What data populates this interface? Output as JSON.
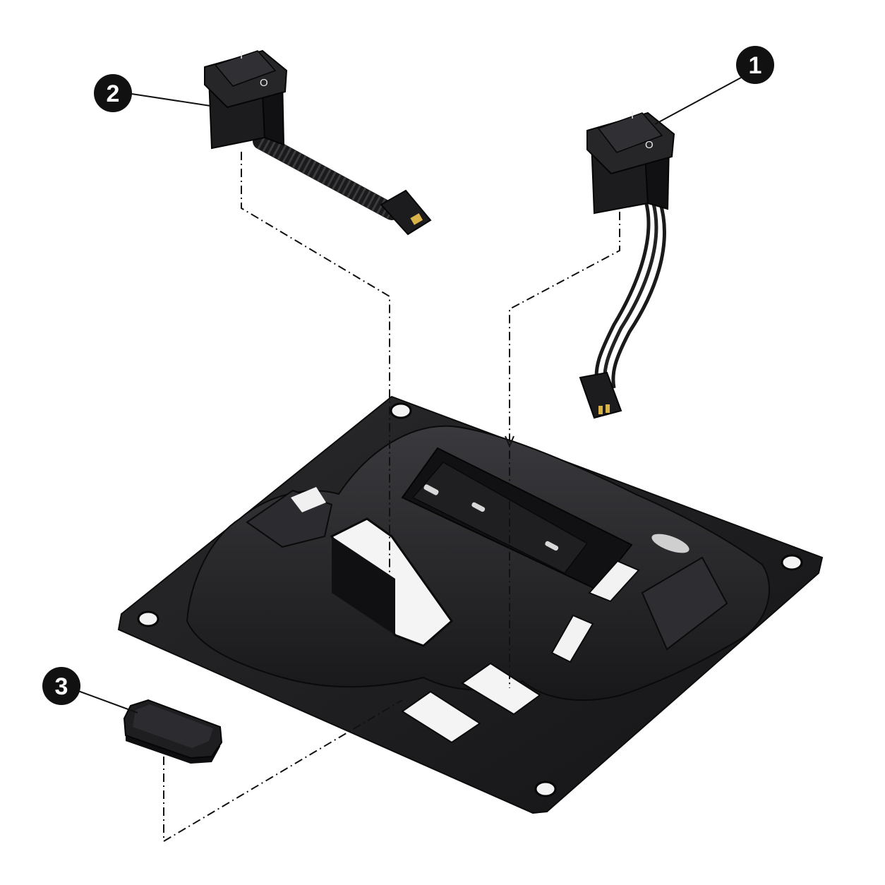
{
  "callouts": [
    {
      "number": "1",
      "part": "rocker-switch-with-wire-leads"
    },
    {
      "number": "2",
      "part": "rocker-switch-with-corrugated-harness"
    },
    {
      "number": "3",
      "part": "rectangular-blanking-plug"
    }
  ],
  "switch_1": {
    "on_mark": "I",
    "off_mark": "O"
  },
  "switch_2": {
    "on_mark": "I",
    "off_mark": "O"
  },
  "colors": {
    "part": "#1c1c1e",
    "part_highlight": "#3a3a3d",
    "connector_pin": "#d9b24a",
    "leader_line": "#111111",
    "background": "#ffffff"
  }
}
